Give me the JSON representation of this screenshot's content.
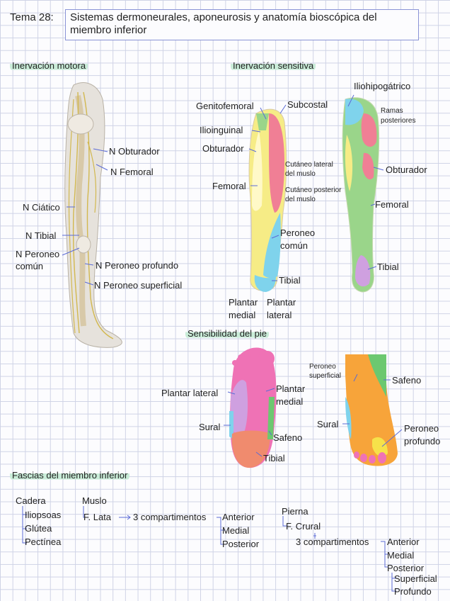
{
  "header": {
    "tema": "Tema 28:",
    "title_line1": "Sistemas dermoneurales, aponeurosis y anatomía bioscópica del",
    "title_line2": "miembro inferior"
  },
  "motora": {
    "heading": "Inervación motora",
    "labels": [
      "N Obturador",
      "N Femoral",
      "N Ciático",
      "N Tibial",
      "N Peroneo",
      "común",
      "N Peroneo profundo",
      "N Peroneo superficial"
    ]
  },
  "sensitiva": {
    "heading": "Inervación sensitiva",
    "left_labels": [
      "Genitofemoral",
      "Subcostal",
      "Ilioinguinal",
      "Obturador",
      "Femoral",
      "Peroneo",
      "común",
      "Tibial",
      "Plantar",
      "medial",
      "Plantar",
      "lateral"
    ],
    "small_labels": [
      "Cutáneo lateral",
      "del muslo",
      "Cutáneo posterior",
      "del muslo"
    ],
    "right_labels": [
      "Iliohipogátrico",
      "Obturador",
      "Femoral",
      "Tibial"
    ],
    "ramas": [
      "Ramas",
      "posteriores"
    ]
  },
  "pie": {
    "heading": "Sensibilidad del pie",
    "planta_labels": [
      "Plantar lateral",
      "Plantar",
      "medial",
      "Sural",
      "Safeno",
      "Tibial"
    ],
    "dorso_labels": [
      "Safeno",
      "Sural",
      "Peroneo",
      "profundo"
    ],
    "dorso_small": [
      "Peroneo",
      "superficial"
    ]
  },
  "fascias": {
    "heading": "Fascias del miembro inferior",
    "cadera": {
      "title": "Cadera",
      "items": [
        "Iliopsoas",
        "Glútea",
        "Pectínea"
      ]
    },
    "muslo": {
      "title": "Muslo",
      "fascia": "F. Lata",
      "comp": "3 compartimentos",
      "items": [
        "Anterior",
        "Medial",
        "Posterior"
      ]
    },
    "pierna": {
      "title": "Pierna",
      "fascia": "F. Crural",
      "comp": "3 compartimentos",
      "items": [
        "Anterior",
        "Medial",
        "Posterior"
      ],
      "sub": [
        "Superficial",
        "Profundo"
      ]
    }
  },
  "colors": {
    "highlight": "#c9ecd8",
    "title_border": "#8a93d6",
    "line": "#5b6bd6",
    "yellow": "#f6ec86",
    "pink": "#f07f95",
    "green": "#9ad58a",
    "cyan": "#7fd3ec",
    "purple": "#cfa0e0",
    "orange": "#f7a43a",
    "magenta": "#ef72b5"
  }
}
